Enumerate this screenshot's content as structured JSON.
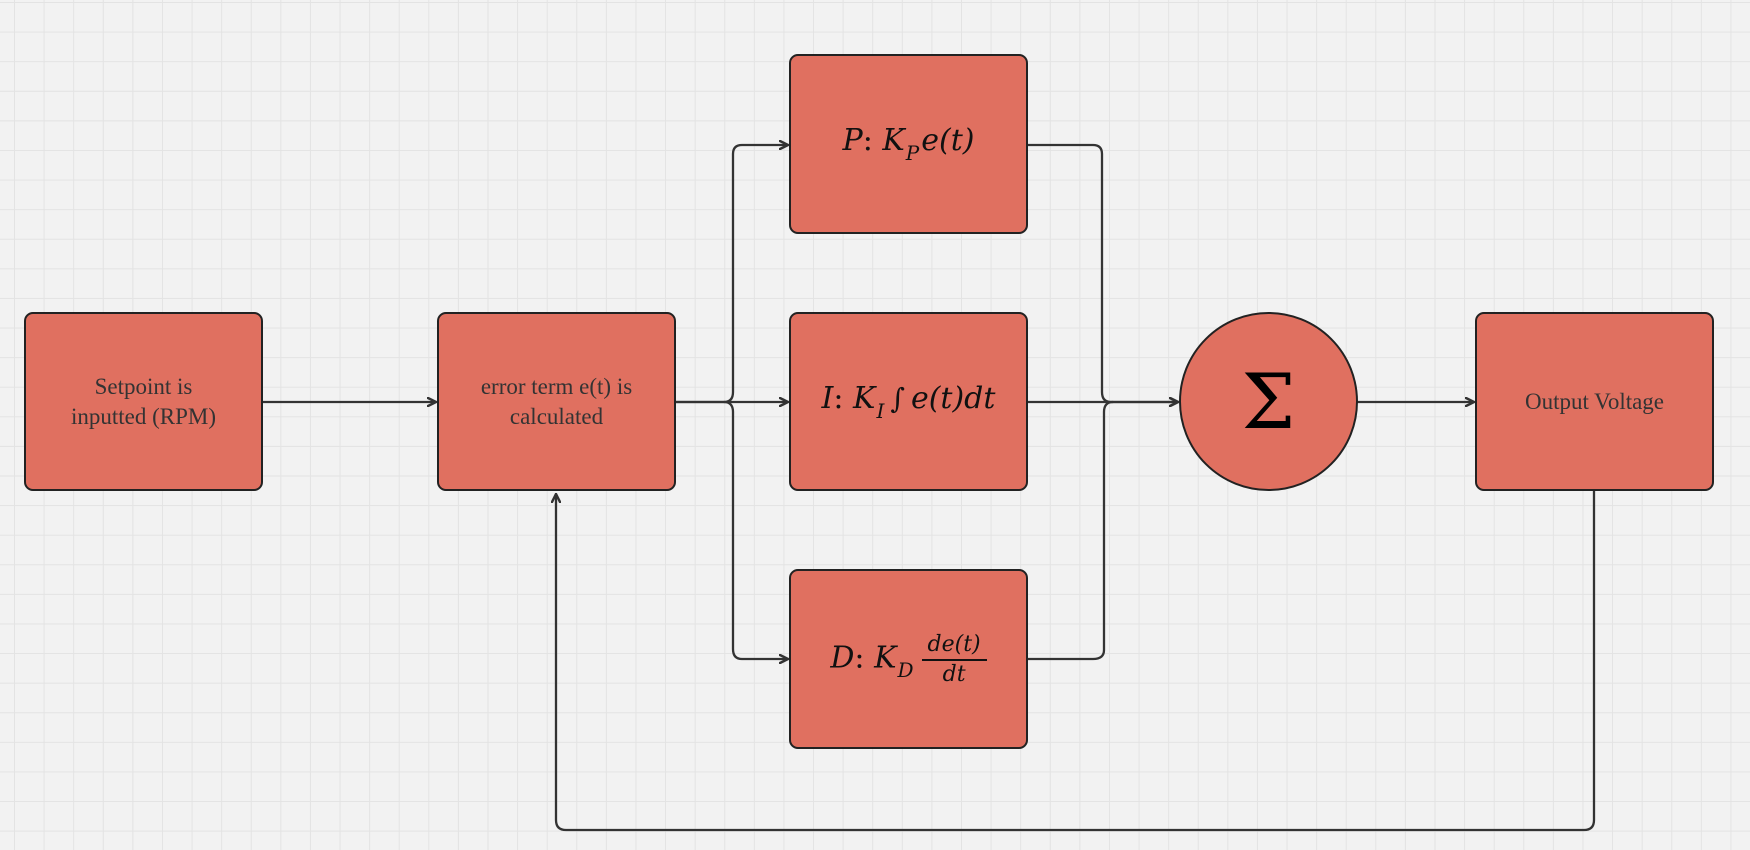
{
  "colors": {
    "node_fill": "#e07060",
    "node_border": "#222222",
    "wire": "#333333",
    "canvas_bg": "#f2f2f2",
    "grid": "#e3e3e3"
  },
  "nodes": {
    "setpoint": {
      "line1": "Setpoint is",
      "line2": "inputted (RPM)"
    },
    "error": {
      "line1": "error term e(t) is",
      "line2": "calculated"
    },
    "p": {
      "letter": "P",
      "colon": ":",
      "k": "K",
      "sub": "P",
      "expr": "e(t)"
    },
    "i": {
      "letter": "I",
      "colon": ":",
      "k": "K",
      "sub": "I",
      "integral": "∫",
      "expr": "e(t)dt"
    },
    "d": {
      "letter": "D",
      "colon": ":",
      "k": "K",
      "sub": "D",
      "num": "de(t)",
      "den": "dt"
    },
    "sum": {
      "symbol": "Σ"
    },
    "output": {
      "label": "Output Voltage"
    }
  },
  "edges": [
    {
      "from": "setpoint",
      "to": "error"
    },
    {
      "from": "error",
      "to": "p"
    },
    {
      "from": "error",
      "to": "i"
    },
    {
      "from": "error",
      "to": "d"
    },
    {
      "from": "p",
      "to": "sum"
    },
    {
      "from": "i",
      "to": "sum"
    },
    {
      "from": "d",
      "to": "sum"
    },
    {
      "from": "sum",
      "to": "output"
    },
    {
      "from": "output",
      "to": "error"
    }
  ]
}
